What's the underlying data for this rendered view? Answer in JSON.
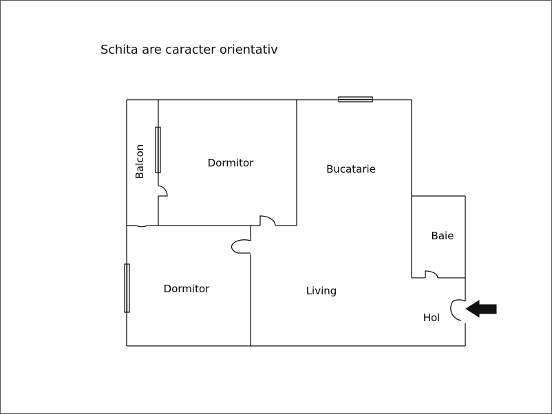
{
  "note": "Schita are caracter orientativ",
  "rooms": {
    "balcon": "Balcon",
    "dormitor_top": "Dormitor",
    "bucatarie": "Bucatarie",
    "baie": "Baie",
    "dormitor_bottom": "Dormitor",
    "living": "Living",
    "hol": "Hol"
  },
  "entrance_arrow": "entrance-arrow-icon"
}
